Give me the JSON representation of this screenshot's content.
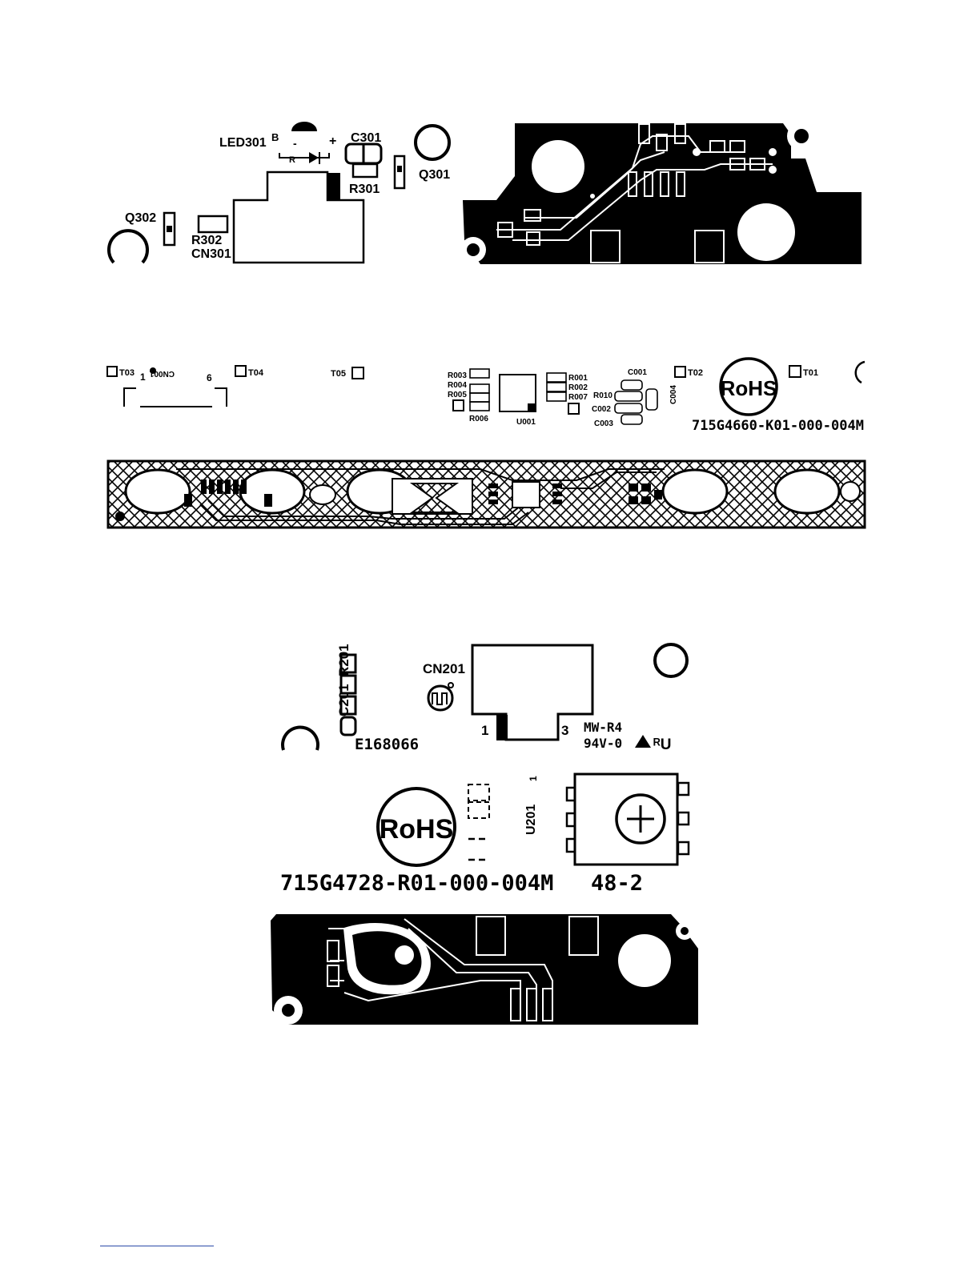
{
  "board1": {
    "silkscreen": {
      "led": "LED301",
      "led_pin_b": "B",
      "led_minus": "-",
      "led_plus": "+",
      "led_r": "R",
      "c301": "C301",
      "r301": "R301",
      "q301": "Q301",
      "q302": "Q302",
      "r302": "R302",
      "cn301": "CN301"
    }
  },
  "board2": {
    "silkscreen": {
      "t03": "T03",
      "pin1": "1",
      "cn001_mirrored": "CN001",
      "pin6": "6",
      "t04": "T04",
      "t05": "T05",
      "r003": "R003",
      "r004": "R004",
      "r005": "R005",
      "r006": "R006",
      "u001": "U001",
      "r001": "R001",
      "r002": "R002",
      "r007": "R007",
      "c001": "C001",
      "r010": "R010",
      "c002": "C002",
      "c003": "C003",
      "c004": "C004",
      "t02": "T02",
      "t01": "T01",
      "rohs": "RoHS",
      "part_number": "715G4660-K01-000-004M"
    }
  },
  "board3": {
    "silkscreen": {
      "r201": "R201",
      "c201": "C201",
      "cn201": "CN201",
      "pin1": "1",
      "pin3": "3",
      "mw": "MW-R4",
      "rating": "94V-0",
      "ul_mark": "ᴿU",
      "e_number": "E168066",
      "rohs": "RoHS",
      "u201": "U201",
      "part_number": "715G4728-R01-000-004M",
      "rev": "48-2",
      "marker": "1"
    }
  },
  "colors": {
    "ink": "#000000",
    "paper": "#ffffff",
    "footer_rule": "#2b4aa8"
  }
}
